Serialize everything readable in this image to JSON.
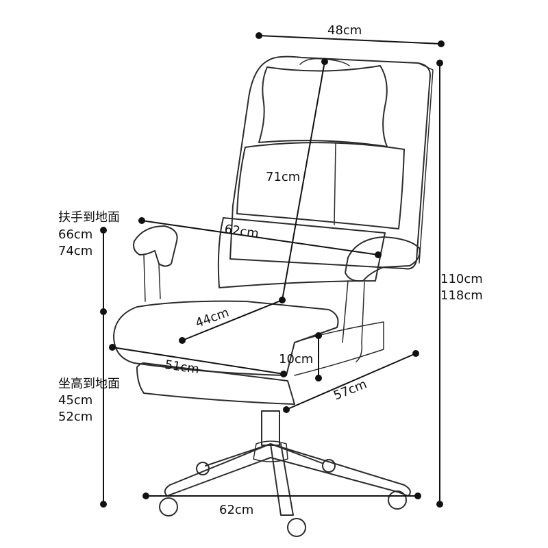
{
  "dimensions": {
    "top_width": "48cm",
    "backrest_height": "71cm",
    "armrest_span": "62cm",
    "seat_depth": "44cm",
    "seat_width": "51cm",
    "cushion_thickness": "10cm",
    "depth": "57cm",
    "base_width": "62cm",
    "total_height_min": "110cm",
    "total_height_max": "118cm"
  },
  "armrest_height": {
    "label": "扶手到地面",
    "min": "66cm",
    "max": "74cm"
  },
  "seat_height": {
    "label": "坐高到地面",
    "min": "45cm",
    "max": "52cm"
  }
}
